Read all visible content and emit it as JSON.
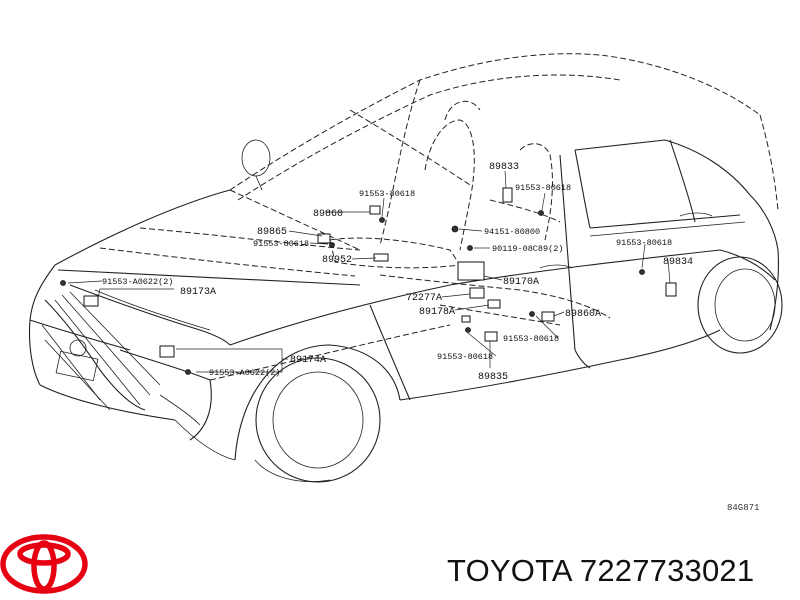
{
  "diagram": {
    "reference_code": "84G871",
    "part_labels": [
      {
        "id": "l_89833",
        "text": "89833"
      },
      {
        "id": "l_91553_80618_a",
        "text": "91553-80618"
      },
      {
        "id": "l_91553_80618_b",
        "text": "91553-80618"
      },
      {
        "id": "l_89860",
        "text": "89860"
      },
      {
        "id": "l_89865",
        "text": "89865"
      },
      {
        "id": "l_91553_80618_c",
        "text": "91553-80618"
      },
      {
        "id": "l_94151_80800",
        "text": "94151-80800"
      },
      {
        "id": "l_90119_08c89",
        "text": "90119-08C89(2)"
      },
      {
        "id": "l_89952",
        "text": "89952"
      },
      {
        "id": "l_91553_80618_d",
        "text": "91553-80618"
      },
      {
        "id": "l_89834",
        "text": "89834"
      },
      {
        "id": "l_91553_a0622_a",
        "text": "91553-A0622(2)"
      },
      {
        "id": "l_89173a",
        "text": "89173A"
      },
      {
        "id": "l_89170a",
        "text": "89170A"
      },
      {
        "id": "l_72277a",
        "text": "72277A"
      },
      {
        "id": "l_89178a",
        "text": "89178A"
      },
      {
        "id": "l_89860a",
        "text": "89860A"
      },
      {
        "id": "l_91553_80618_e",
        "text": "91553-80618"
      },
      {
        "id": "l_89174a",
        "text": "89174A"
      },
      {
        "id": "l_91553_80618_f",
        "text": "91553-80618"
      },
      {
        "id": "l_91553_a0622_b",
        "text": "91553-A0622(2)"
      },
      {
        "id": "l_89835",
        "text": "89835"
      }
    ]
  },
  "brand": {
    "logo_icon": "toyota-logo-icon",
    "caption": "TOYOTA 7227733021"
  },
  "colors": {
    "logo": "#e60012",
    "line": "#222222"
  }
}
